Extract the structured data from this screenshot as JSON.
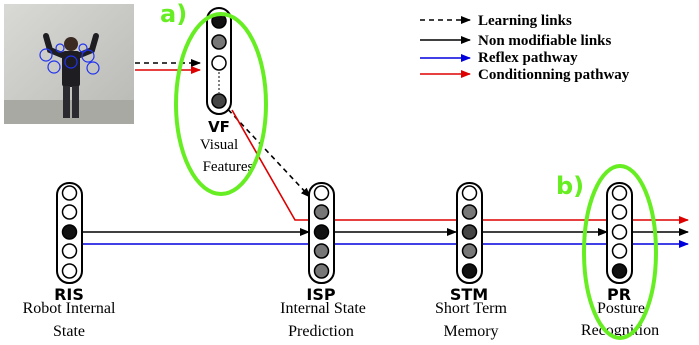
{
  "callouts": {
    "a": "a)",
    "b": "b)"
  },
  "legend": [
    {
      "style": "dashed",
      "color": "#000000",
      "label": "Learning links"
    },
    {
      "style": "solid",
      "color": "#000000",
      "label": "Non modifiable links"
    },
    {
      "style": "solid",
      "color": "#0000dd",
      "label": "Reflex pathway"
    },
    {
      "style": "solid",
      "color": "#dd0000",
      "label": "Conditionning pathway"
    }
  ],
  "modules": {
    "vf": {
      "abbr": "VF",
      "name_lines": [
        "Visual",
        "Features"
      ]
    },
    "ris": {
      "abbr": "RIS",
      "name_lines": [
        "Robot Internal",
        "State"
      ]
    },
    "isp": {
      "abbr": "ISP",
      "name_lines": [
        "Internal State",
        "Prediction"
      ]
    },
    "stm": {
      "abbr": "STM",
      "name_lines": [
        "Short Term",
        "Memory"
      ]
    },
    "pr": {
      "abbr": "PR",
      "name_lines": [
        "Posture",
        "Recognition"
      ]
    }
  },
  "colors": {
    "highlight": "#66ee22",
    "reflex": "#0000dd",
    "conditioning": "#dd0000",
    "neuron_active": "#111111",
    "neuron_mid": "#777777",
    "neuron_dark": "#444444",
    "neuron_off": "#ffffff"
  }
}
